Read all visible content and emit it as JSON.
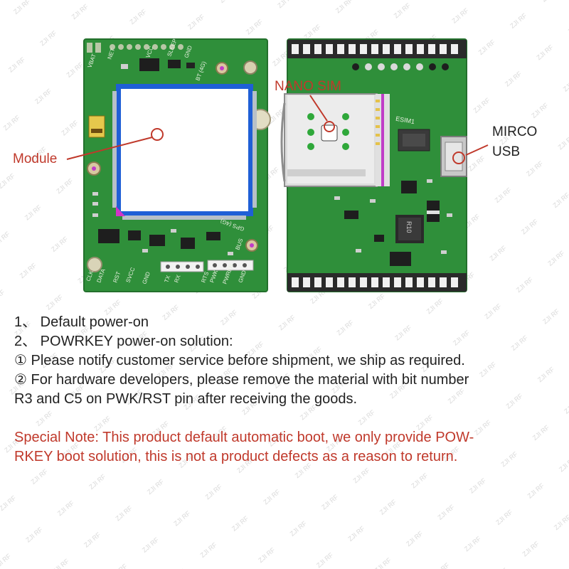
{
  "watermark": {
    "text": "ZJI RF"
  },
  "board_left": {
    "silk": [
      "CLK",
      "DATA",
      "RST",
      "SVCC",
      "GND",
      "TX",
      "RX",
      "RTS",
      "PWK",
      "PWREN",
      "GND",
      "BUS",
      "BT (4G)",
      "GPS (4G)",
      "NET",
      "SLEEP",
      "VCC",
      "GND",
      "VBAT"
    ]
  },
  "board_right": {
    "silk": [
      "R10",
      "ESIM1"
    ]
  },
  "callouts": {
    "module": "Module",
    "nano_sim": "NANO SIM",
    "micro_usb_line1": "MIRCO",
    "micro_usb_line2": "USB"
  },
  "colors": {
    "pcb_green": "#2f8f3a",
    "callout_red": "#c0392b",
    "module_blue": "#1f5fd6",
    "body_text": "#222222"
  },
  "notes": {
    "line1": "1、 Default power-on",
    "line2": "2、 POWRKEY power-on solution:",
    "line3": "① Please notify customer service before shipment, we ship as required.",
    "line4": "② For hardware developers, please remove the material with bit number",
    "line5": "R3 and C5 on PWK/RST pin after receiving the goods.",
    "special1": "Special Note: This product default automatic boot, we only provide POW-",
    "special2": "RKEY boot solution, this is not a product defects as a reason to return."
  }
}
